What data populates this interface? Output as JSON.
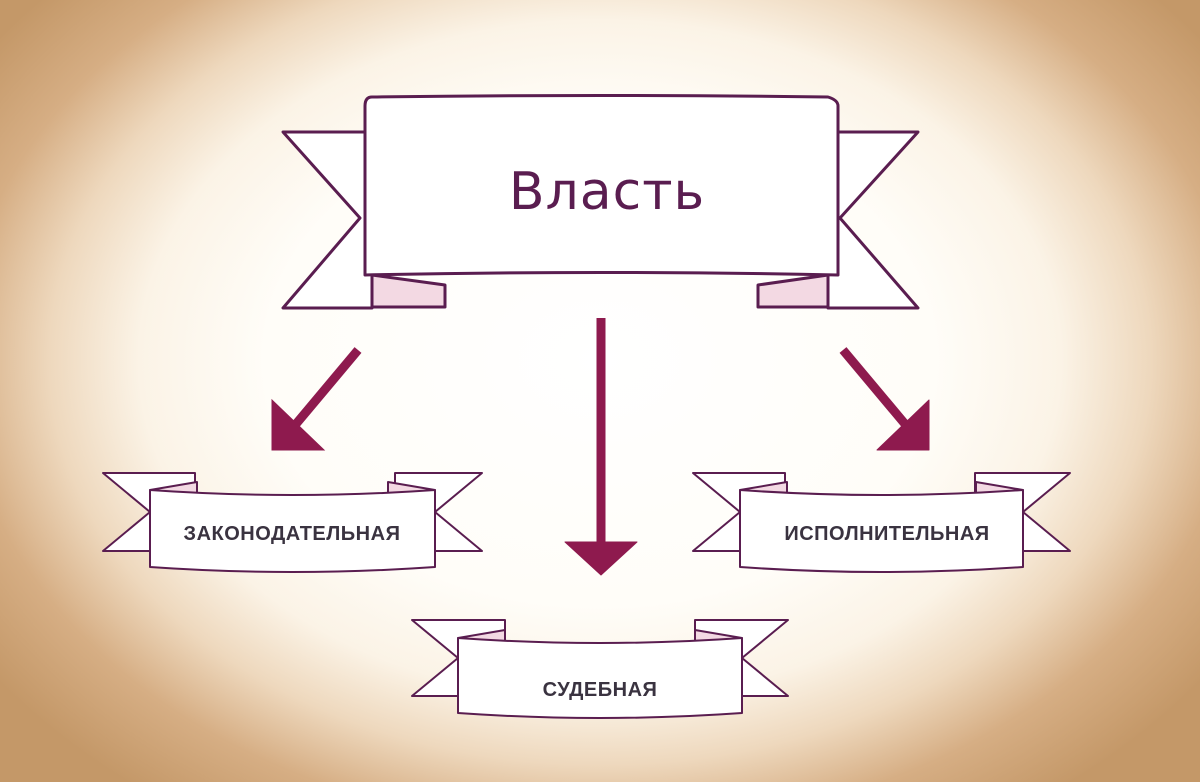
{
  "title": "Власть",
  "branches": {
    "legislative": "ЗАКОНОДАТЕЛЬНАЯ",
    "executive": "ИСПОЛНИТЕЛЬНАЯ",
    "judicial": "СУДЕБНАЯ"
  },
  "colors": {
    "outline": "#5a1d50",
    "arrow": "#8e1a4e",
    "fold": "#f3d9e3",
    "ribbon_fill": "#ffffff"
  }
}
